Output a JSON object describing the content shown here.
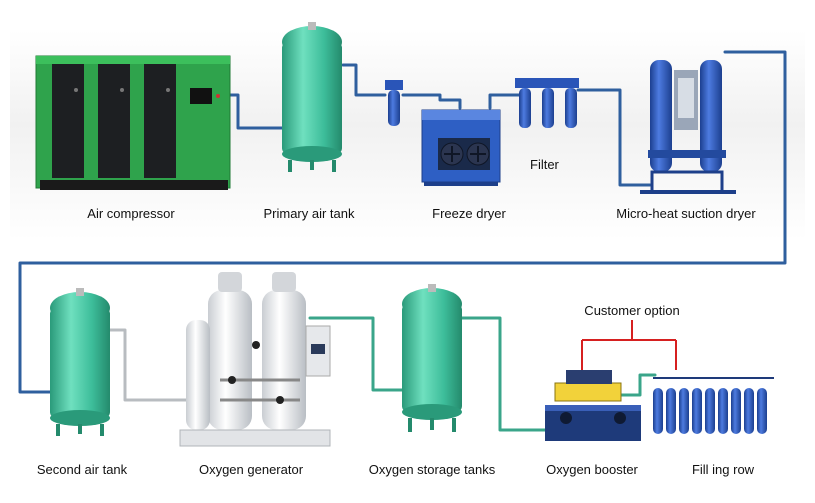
{
  "labels": {
    "air_compressor": "Air compressor",
    "primary_air_tank": "Primary air tank",
    "freeze_dryer": "Freeze dryer",
    "filter": "Filter",
    "micro_heat_dryer": "Micro-heat suction dryer",
    "second_air_tank": "Second air tank",
    "oxygen_generator": "Oxygen generator",
    "oxygen_storage_tanks": "Oxygen  storage tanks",
    "oxygen_booster": "Oxygen  booster",
    "filling_row": "Fill ing row",
    "customer_option": "Customer option"
  },
  "colors": {
    "pipe_blue": "#2f5f9e",
    "pipe_teal": "#3aa58a",
    "tank_green": "#3dbd9a",
    "compressor_green": "#2fa34c",
    "dryer_blue": "#2a55b8",
    "bracket_red": "#d62020",
    "pipe_grey": "#b8bcc0"
  }
}
